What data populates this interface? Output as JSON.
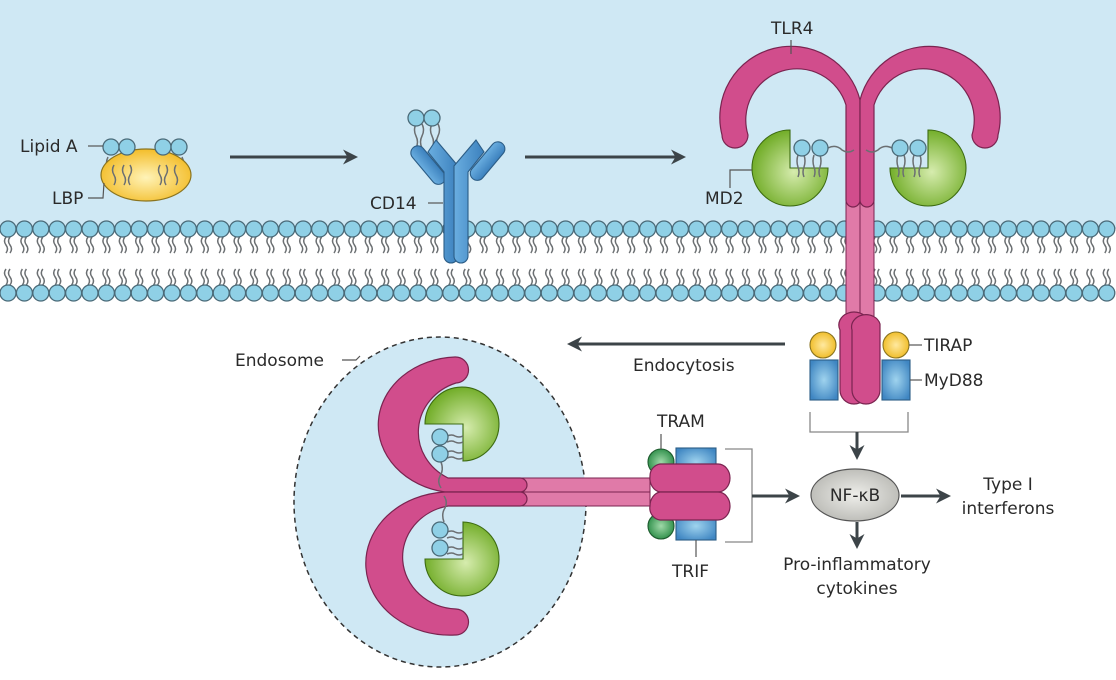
{
  "figure": {
    "type": "pathway-diagram",
    "topic": "LPS recognition and TLR4 signalling"
  },
  "colors": {
    "extracellular": "#cfe8f4",
    "cytoplasm": "#ffffff",
    "tlr4": "#d14d8c",
    "tlr4_stalk": "#e07aa8",
    "md2": "#7fb82c",
    "lbp": "#f5c22b",
    "cd14": "#4f93c9",
    "tirap": "#f2c12e",
    "myd88": "#4a90c8",
    "tram": "#2f9a4e",
    "trif": "#4a90c8",
    "lipid_head": "#8fd0e6",
    "nfkb": "#c8c8c4",
    "endosome": "#cfe8f4",
    "arrow": "#3c4448"
  },
  "labels": {
    "lipid_a": "Lipid A",
    "lbp": "LBP",
    "cd14": "CD14",
    "tlr4": "TLR4",
    "md2": "MD2",
    "tirap": "TIRAP",
    "myd88": "MyD88",
    "endocytosis": "Endocytosis",
    "endosome": "Endosome",
    "tram": "TRAM",
    "trif": "TRIF",
    "nfkb": "NF-κB",
    "type1_ifn_line1": "Type I",
    "type1_ifn_line2": "interferons",
    "cytokines_line1": "Pro-inflammatory",
    "cytokines_line2": "cytokines"
  },
  "flow": [
    {
      "from": "Lipid A / LBP",
      "to": "CD14"
    },
    {
      "from": "CD14",
      "to": "TLR4–MD2"
    },
    {
      "from": "TLR4 (plasma membrane)",
      "to": "Endosome",
      "label": "Endocytosis"
    },
    {
      "from": "TIRAP / MyD88",
      "to": "NF-κB"
    },
    {
      "from": "TRAM / TRIF",
      "to": "NF-κB"
    },
    {
      "from": "NF-κB",
      "to": "Type I interferons"
    },
    {
      "from": "NF-κB",
      "to": "Pro-inflammatory cytokines"
    }
  ]
}
